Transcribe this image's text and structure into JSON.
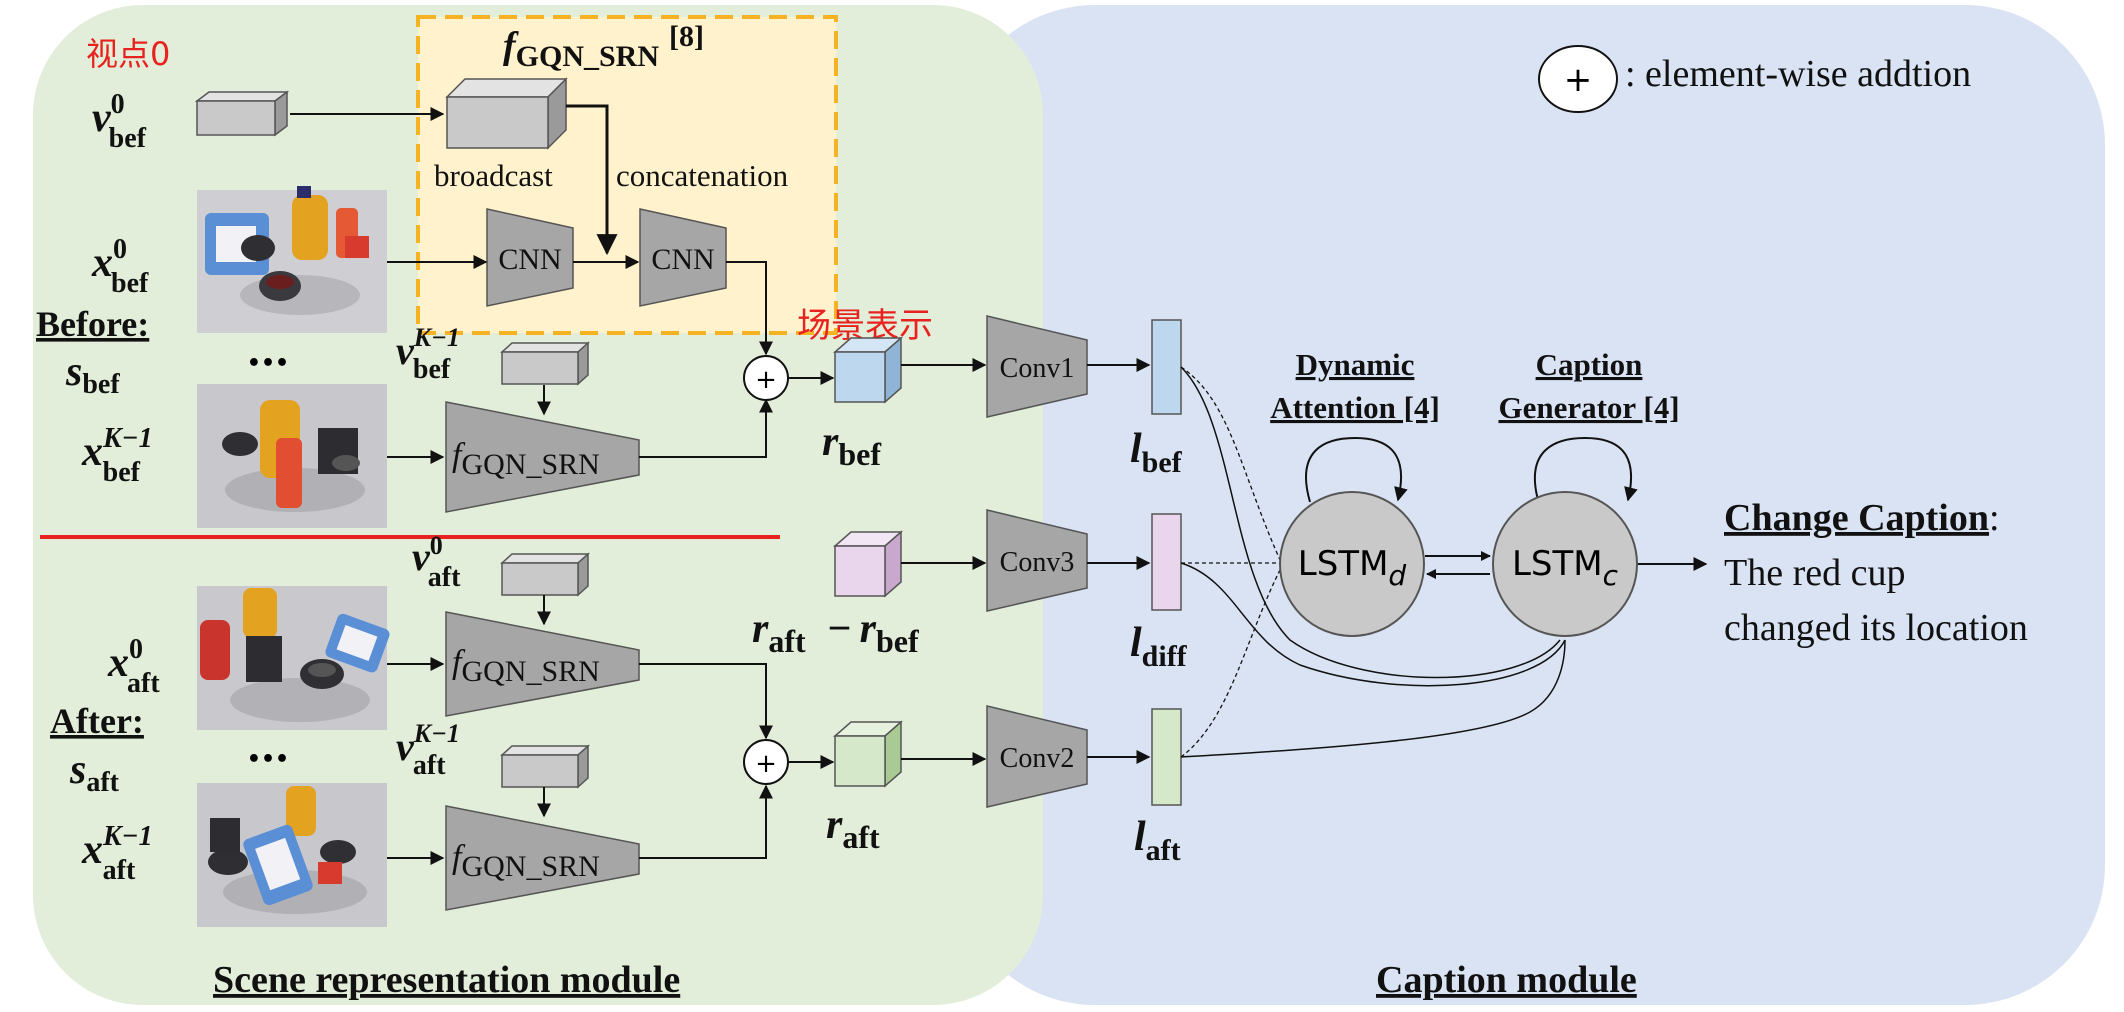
{
  "legend": {
    "plus_symbol": "+",
    "text": ": element-wise addtion"
  },
  "annotations": {
    "viewpoint_zero": "视点0",
    "scene_repr": "场景表示"
  },
  "gqn_box": {
    "title_f": "f",
    "title_sub": "GQN_SRN",
    "title_ref": "[8]",
    "broadcast": "broadcast",
    "concatenation": "concatenation",
    "cnn1": "CNN",
    "cnn2": "CNN"
  },
  "before": {
    "heading": "Before:",
    "s": "s",
    "s_sub": "bef",
    "v0": "v",
    "v0_sup": "0",
    "v0_sub": "bef",
    "x0": "x",
    "x0_sup": "0",
    "x0_sub": "bef",
    "dots": "•••",
    "vk": "v",
    "vk_sup": "K−1",
    "vk_sub": "bef",
    "xk": "x",
    "xk_sup": "K−1",
    "xk_sub": "bef",
    "fgqn_f": "f",
    "fgqn_sub": "GQN_SRN",
    "r": "r",
    "r_sub": "bef"
  },
  "after": {
    "heading": "After:",
    "s": "s",
    "s_sub": "aft",
    "v0": "v",
    "v0_sup": "0",
    "v0_sub": "aft",
    "x0": "x",
    "x0_sup": "0",
    "x0_sub": "aft",
    "dots": "•••",
    "vk": "v",
    "vk_sup": "K−1",
    "vk_sub": "aft",
    "xk": "x",
    "xk_sup": "K−1",
    "xk_sub": "aft",
    "fgqn1_f": "f",
    "fgqn1_sub": "GQN_SRN",
    "fgqn2_f": "f",
    "fgqn2_sub": "GQN_SRN",
    "r": "r",
    "r_sub": "aft"
  },
  "diff": {
    "r1": "r",
    "r1_sub": "aft",
    "minus": "−",
    "r2": "r",
    "r2_sub": "bef"
  },
  "convs": {
    "conv1": "Conv1",
    "conv3": "Conv3",
    "conv2": "Conv2"
  },
  "features": {
    "l_bef": "l",
    "l_bef_sub": "bef",
    "l_diff": "l",
    "l_diff_sub": "diff",
    "l_aft": "l",
    "l_aft_sub": "aft"
  },
  "caption_module": {
    "dyn_att_1": "Dynamic",
    "dyn_att_2": "Attention [4]",
    "cap_gen_1": "Caption",
    "cap_gen_2": "Generator [4]",
    "lstm": "LSTM",
    "lstm_d_sub": "d",
    "lstm_c_sub": "c",
    "output_title": "Change Caption",
    "output_colon": ":",
    "output_line1": "The red cup",
    "output_line2": "changed its location"
  },
  "module_labels": {
    "scene": "Scene representation module",
    "caption": "Caption module"
  },
  "colors": {
    "green_bg": "#e2eed9",
    "blue_bg": "#dae3f3",
    "yellow_box": "#fff2cc",
    "yellow_border": "#f5b324",
    "red_line": "#e8231f",
    "trap_fill": "#a6a6a6",
    "blue_cube": "#bdd7ee",
    "pink_cube": "#e9d5ec",
    "green_cube": "#d5e8c9"
  }
}
